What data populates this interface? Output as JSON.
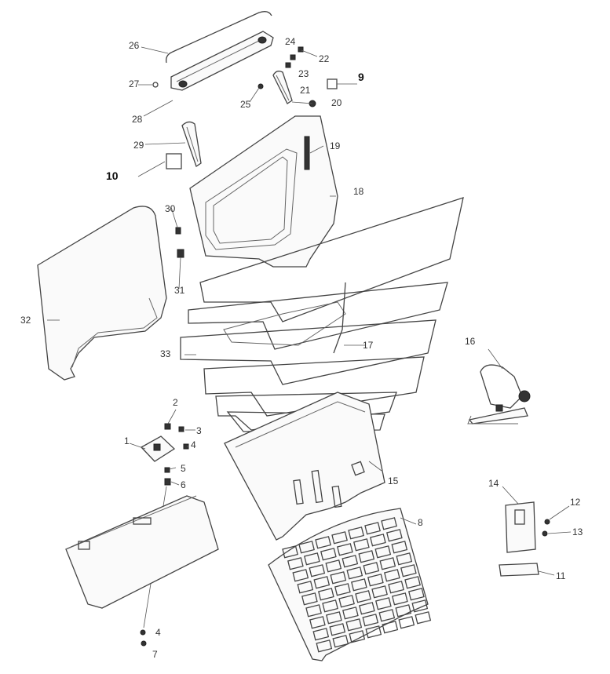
{
  "callouts": [
    {
      "id": "c1",
      "text": "1"
    },
    {
      "id": "c2",
      "text": "2"
    },
    {
      "id": "c3",
      "text": "3"
    },
    {
      "id": "c4a",
      "text": "4"
    },
    {
      "id": "c5",
      "text": "5"
    },
    {
      "id": "c6",
      "text": "6"
    },
    {
      "id": "c4b",
      "text": "4"
    },
    {
      "id": "c7",
      "text": "7"
    },
    {
      "id": "c8",
      "text": "8"
    },
    {
      "id": "c9",
      "text": "9"
    },
    {
      "id": "c10",
      "text": "10"
    },
    {
      "id": "c11",
      "text": "11"
    },
    {
      "id": "c12",
      "text": "12"
    },
    {
      "id": "c13",
      "text": "13"
    },
    {
      "id": "c14",
      "text": "14"
    },
    {
      "id": "c15",
      "text": "15"
    },
    {
      "id": "c16",
      "text": "16"
    },
    {
      "id": "c17",
      "text": "17"
    },
    {
      "id": "c18",
      "text": "18"
    },
    {
      "id": "c19",
      "text": "19"
    },
    {
      "id": "c20",
      "text": "20"
    },
    {
      "id": "c21",
      "text": "21"
    },
    {
      "id": "c22",
      "text": "22"
    },
    {
      "id": "c23",
      "text": "23"
    },
    {
      "id": "c24",
      "text": "24"
    },
    {
      "id": "c25",
      "text": "25"
    },
    {
      "id": "c26",
      "text": "26"
    },
    {
      "id": "c27",
      "text": "27"
    },
    {
      "id": "c28",
      "text": "28"
    },
    {
      "id": "c29",
      "text": "29"
    },
    {
      "id": "c30",
      "text": "30"
    },
    {
      "id": "c31",
      "text": "31"
    },
    {
      "id": "c32",
      "text": "32"
    },
    {
      "id": "c33",
      "text": "33"
    }
  ]
}
